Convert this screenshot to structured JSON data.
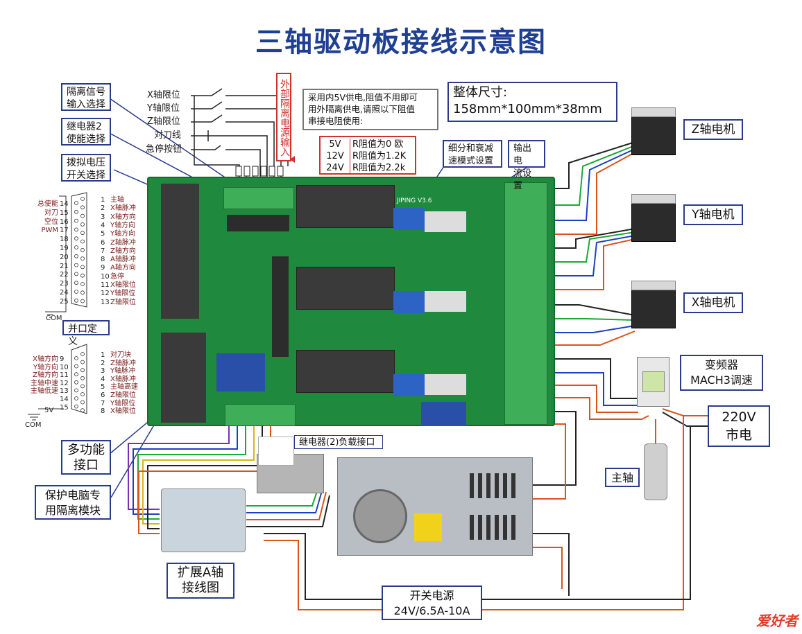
{
  "title": "三轴驱动板接线示意图",
  "labels": {
    "isolation_signal": "隔离信号\n输入选择",
    "relay2_enable": "继电器2\n使能选择",
    "dial_voltage": "拨拟电压\n开关选择",
    "parallel_def": "并口定义",
    "multi_port": "多功能\n接口",
    "protect_module": "保护电脑专\n用隔离模块",
    "expand_a": "扩展A轴\n接线图",
    "relay_load": "继电器(2)负载接口",
    "psu": "开关电源\n24V/6.5A-10A",
    "spindle": "主轴",
    "inverter": "变频器\nMACH3调速",
    "mains": "220V\n市电",
    "dimensions": "整体尺寸:\n158mm*100mm*38mm",
    "subdivision": "细分和衰减\n速模式设置",
    "output_current": "输出电\n流设置",
    "z_motor": "Z轴电机",
    "y_motor": "Y轴电机",
    "x_motor": "X轴电机",
    "ext_supply": "外部隔离电源输入",
    "supply_note": "采用内5V供电,阻值不用即可\n用外隔离供电,请照以下阻值\n串接电阻使用:",
    "resistor_table": [
      {
        "v": "5V",
        "r": "R阻值为0 欧"
      },
      {
        "v": "12V",
        "r": "R阻值为1.2K"
      },
      {
        "v": "24V",
        "r": "R阻值为2.2k"
      }
    ],
    "switch_inputs": [
      "X轴限位",
      "Y轴限位",
      "Z轴限位",
      "对刀线",
      "急停按钮"
    ],
    "com1": "COM",
    "com2": "COM",
    "v5": "5V",
    "board_model": "JIPING V3.6"
  },
  "db25": {
    "left": [
      {
        "label": "总使能",
        "num": "14"
      },
      {
        "label": "对刀",
        "num": "15"
      },
      {
        "label": "空位",
        "num": "16"
      },
      {
        "label": "PWM",
        "num": "17"
      },
      {
        "label": "",
        "num": "18"
      },
      {
        "label": "",
        "num": "19"
      },
      {
        "label": "",
        "num": "20"
      },
      {
        "label": "",
        "num": "21"
      },
      {
        "label": "",
        "num": "22"
      },
      {
        "label": "",
        "num": "23"
      },
      {
        "label": "",
        "num": "24"
      },
      {
        "label": "",
        "num": "25"
      }
    ],
    "right": [
      {
        "num": "1",
        "label": "主轴"
      },
      {
        "num": "2",
        "label": "X轴脉冲"
      },
      {
        "num": "3",
        "label": "X轴方向"
      },
      {
        "num": "4",
        "label": "Y轴方向"
      },
      {
        "num": "5",
        "label": "Y轴方向"
      },
      {
        "num": "6",
        "label": "Z轴脉冲"
      },
      {
        "num": "7",
        "label": "Z轴方向"
      },
      {
        "num": "8",
        "label": "A轴脉冲"
      },
      {
        "num": "9",
        "label": "A轴方向"
      },
      {
        "num": "10",
        "label": "急停"
      },
      {
        "num": "11",
        "label": "X轴限位"
      },
      {
        "num": "12",
        "label": "Y轴限位"
      },
      {
        "num": "13",
        "label": "Z轴限位"
      }
    ]
  },
  "db15": {
    "left": [
      {
        "label": "X轴方向",
        "num": "9"
      },
      {
        "label": "Y轴方向",
        "num": "10"
      },
      {
        "label": "Z轴方向",
        "num": "11"
      },
      {
        "label": "主轴中速",
        "num": "12"
      },
      {
        "label": "主轴低速",
        "num": "13"
      },
      {
        "label": "",
        "num": "14"
      },
      {
        "label": "",
        "num": "15"
      }
    ],
    "right": [
      {
        "num": "1",
        "label": "对刀块"
      },
      {
        "num": "2",
        "label": "Z轴脉冲"
      },
      {
        "num": "3",
        "label": "Y轴脉冲"
      },
      {
        "num": "4",
        "label": "X轴脉冲"
      },
      {
        "num": "5",
        "label": "主轴高速"
      },
      {
        "num": "6",
        "label": "Z轴限位"
      },
      {
        "num": "7",
        "label": "Y轴限位"
      },
      {
        "num": "8",
        "label": "X轴限位"
      }
    ]
  },
  "logo": "爱好者",
  "colors": {
    "title": "#1f3f93",
    "box_border": "#2a3a8c",
    "red": "#d0312d",
    "board": "#1f8a3d"
  }
}
